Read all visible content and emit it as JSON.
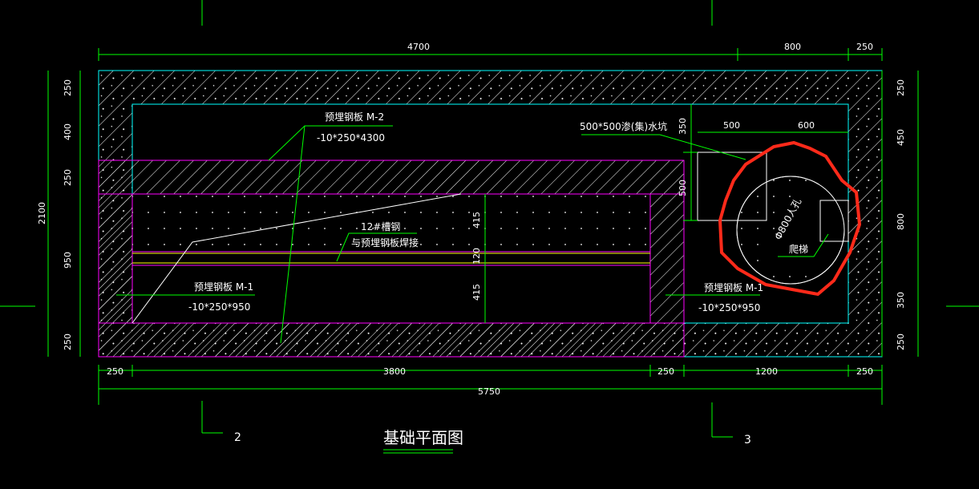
{
  "title": "基础平面图",
  "axes": {
    "axis_2": "2",
    "axis_3": "3"
  },
  "top_dims": [
    "4700",
    "800",
    "250"
  ],
  "left_dims": [
    "250",
    "400",
    "250",
    "950",
    "250"
  ],
  "left_total": "2100",
  "right_dims": [
    "250",
    "450",
    "800",
    "350",
    "250"
  ],
  "bottom_dims": [
    "250",
    "3800",
    "250",
    "1200",
    "250"
  ],
  "bottom_total": "5750",
  "inner_dims": {
    "pit_w": "500",
    "pit_gap": "600",
    "pit_top": "350",
    "pit_h": "500",
    "v415a": "415",
    "v120": "120",
    "v415b": "415"
  },
  "labels": {
    "m2_name": "预埋钢板 M-2",
    "m2_spec": "-10*250*4300",
    "channel_name": "12#槽钢",
    "channel_note": "与预埋钢板焊接",
    "m1_left_name": "预埋钢板 M-1",
    "m1_left_spec": "-10*250*950",
    "m1_right_name": "预埋钢板 M-1",
    "m1_right_spec": "-10*250*950",
    "pit": "500*500渗(集)水坑",
    "manhole": "Φ800人孔",
    "ladder": "爬梯"
  },
  "colors": {
    "dim": "#00ff00",
    "wall": "#ff00ff",
    "outline": "#00ffff",
    "steel": "#ffff00",
    "markup": "#ff2a1a"
  }
}
